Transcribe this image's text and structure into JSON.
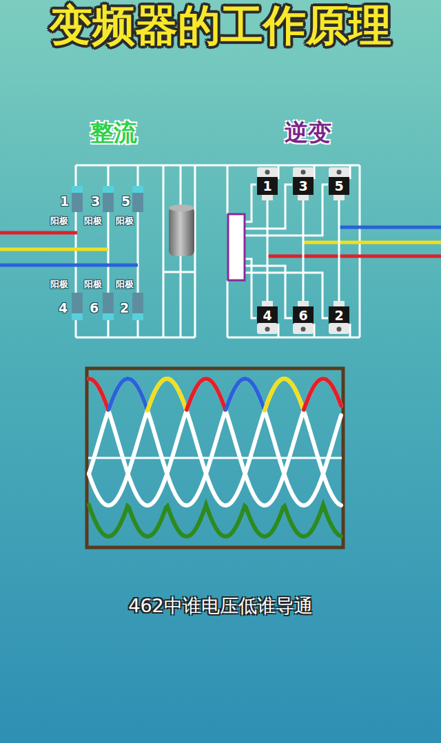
{
  "diagram": {
    "title": "变频器的工作原理",
    "caption": "462中谁电压低谁导通",
    "nodes": [
      {
        "text": [
          "1"
        ]
      },
      {
        "text": [
          "3"
        ]
      },
      {
        "text": [
          "5"
        ]
      },
      {
        "text": [
          "4"
        ]
      },
      {
        "text": [
          "6"
        ]
      },
      {
        "text": [
          "2"
        ]
      }
    ],
    "edges": [
      {
        "from": 0,
        "to": 3,
        "arrow": "none"
      },
      {
        "from": 1,
        "to": 4,
        "arrow": "none"
      },
      {
        "from": 2,
        "to": 5,
        "arrow": "none"
      }
    ],
    "labels": [
      "整流",
      "逆变",
      "1",
      "3",
      "5",
      "阳极",
      "阳极",
      "阳极",
      "阳极",
      "阳极",
      "阳极",
      "4",
      "6",
      "2"
    ]
  }
}
